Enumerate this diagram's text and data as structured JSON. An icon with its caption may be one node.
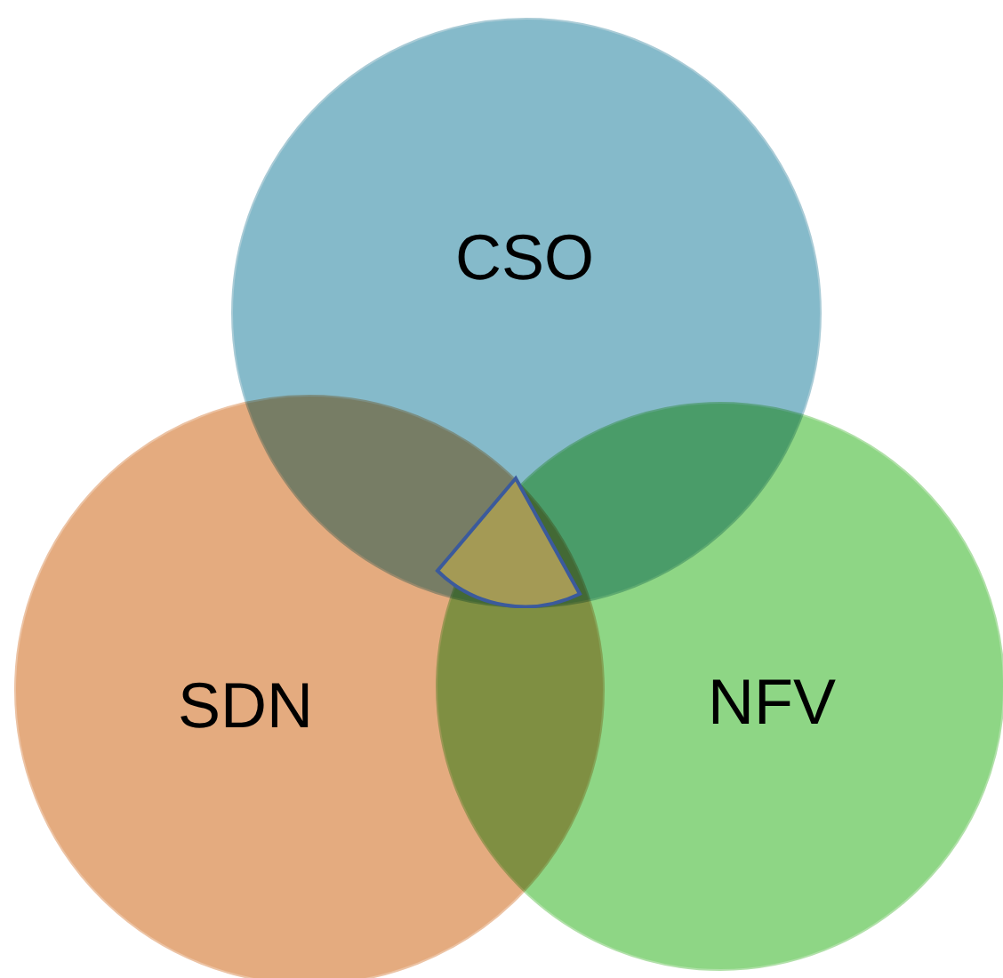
{
  "diagram": {
    "nodes": [
      {
        "text": [
          "CSO"
        ]
      },
      {
        "text": [
          "SDN"
        ]
      },
      {
        "text": [
          "NFV"
        ]
      },
      {
        "text": [],
        "shape": "wedge"
      }
    ]
  }
}
